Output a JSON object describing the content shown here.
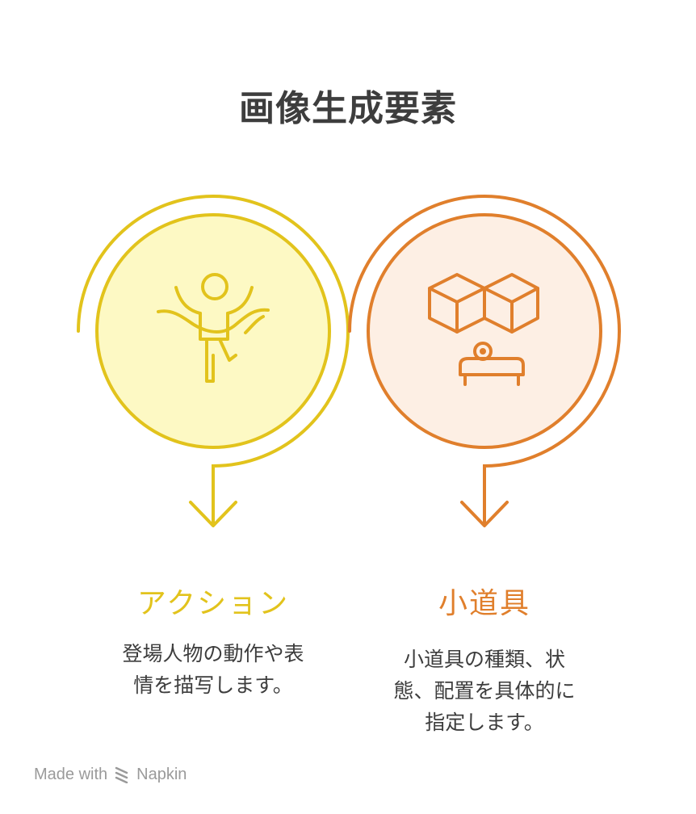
{
  "title": "画像生成要素",
  "colors": {
    "action_stroke": "#e2c31c",
    "action_fill": "#fdf9c4",
    "props_stroke": "#e07f2c",
    "props_fill": "#fdefe4",
    "text": "#3d3d3d",
    "footer": "#9a9a9a"
  },
  "items": [
    {
      "heading": "アクション",
      "icon": "dancing-person-icon",
      "desc_lines": [
        "登場人物の動作や表",
        "情を描写します。"
      ]
    },
    {
      "heading": "小道具",
      "icon": "boxes-and-stand-icon",
      "desc_lines": [
        "小道具の種類、状",
        "態、配置を具体的に",
        "指定します。"
      ]
    }
  ],
  "footer": {
    "prefix": "Made with",
    "brand": "Napkin",
    "icon": "napkin-logo-icon"
  }
}
